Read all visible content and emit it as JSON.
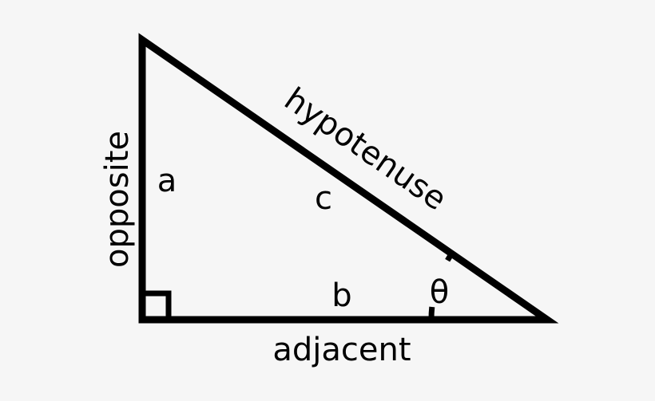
{
  "diagram": {
    "labels": {
      "hypotenuse": "hypotenuse",
      "opposite": "opposite",
      "adjacent": "adjacent",
      "side_a": "a",
      "side_b": "b",
      "side_c": "c",
      "angle": "θ"
    },
    "colors": {
      "stroke": "#000000",
      "background": "#f6f6f6"
    }
  }
}
